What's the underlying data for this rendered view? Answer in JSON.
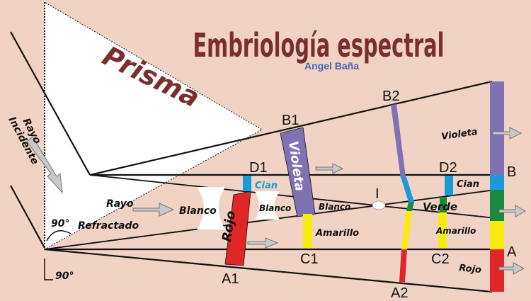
{
  "title": "Embriología  espectral",
  "author": "Angel Baña",
  "prism_label": "Prisma",
  "incident_ray": {
    "line1": "Rayo",
    "line2": "Incidente"
  },
  "refracted_ray": {
    "line1": "Rayo",
    "line2": "Refractado"
  },
  "angles": {
    "top": "90°",
    "bottom": "90°"
  },
  "points": {
    "B1": "B1",
    "B2": "B2",
    "B": "B",
    "D1": "D1",
    "D2": "D2",
    "I": "I",
    "C1": "C1",
    "C2": "C2",
    "A1": "A1",
    "A2": "A2",
    "A": "A"
  },
  "colors_text": {
    "violeta1": "Violeta",
    "violeta_right": "Violeta",
    "rojo1": "Rojo",
    "rojo_right": "Rojo",
    "cian1": "Cian",
    "cian2": "Cian",
    "blanco1": "Blanco",
    "blanco2": "Blanco",
    "blanco3": "Blanco",
    "amarillo1": "Amarillo",
    "amarillo2": "Amarillo",
    "verde": "Verde"
  },
  "palette": {
    "background": "#f0d3c4",
    "prism_fill": "#ffffff",
    "title_color": "#7a2e2e",
    "author_color": "#4a62b8",
    "violet": "#7f72b4",
    "red": "#e02626",
    "cyan": "#1a9ad8",
    "yellow": "#f7ec10",
    "green": "#1a8a3c",
    "arrow_fill": "#c8c8c8"
  }
}
